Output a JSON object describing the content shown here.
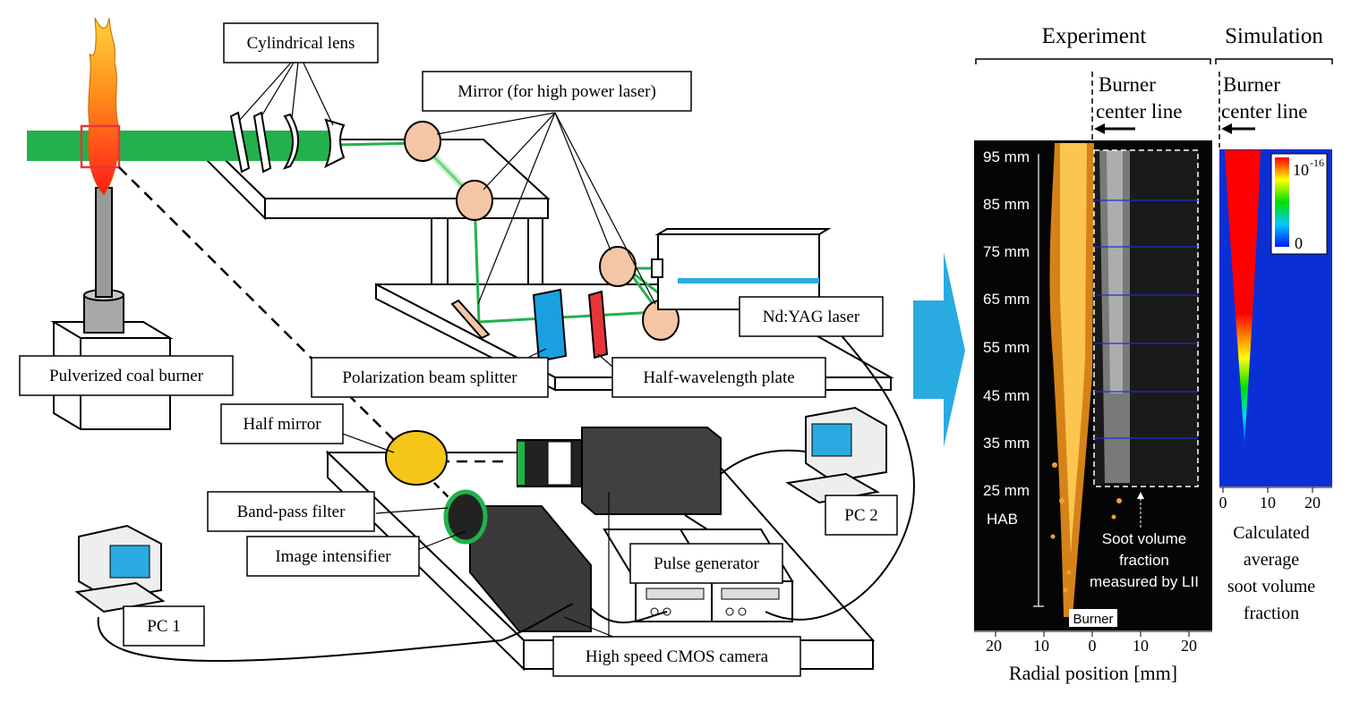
{
  "setup_labels": {
    "cylindrical_lens": "Cylindrical lens",
    "mirror": "Mirror (for high power laser)",
    "burner": "Pulverized coal burner",
    "pbs": "Polarization beam splitter",
    "half_wave": "Half-wavelength plate",
    "laser": "Nd:YAG laser",
    "half_mirror": "Half mirror",
    "bandpass": "Band-pass filter",
    "intensifier": "Image intensifier",
    "pulse_gen": "Pulse generator",
    "pc1": "PC 1",
    "pc2": "PC 2",
    "camera": "High speed CMOS camera"
  },
  "results": {
    "experiment_header": "Experiment",
    "simulation_header": "Simulation",
    "centerline_line1": "Burner",
    "centerline_line2": "center line",
    "hab_ticks": [
      "95 mm",
      "85 mm",
      "75 mm",
      "65 mm",
      "55 mm",
      "45 mm",
      "35 mm",
      "25 mm"
    ],
    "hab_label": "HAB",
    "burner_tag": "Burner",
    "lii_note": [
      "Soot volume",
      "fraction",
      "measured by LII"
    ],
    "colorbar_max_base": "10",
    "colorbar_max_exp": "-16",
    "colorbar_min": "0",
    "exp_x_ticks": [
      "20",
      "10",
      "0",
      "10",
      "20"
    ],
    "sim_x_ticks": [
      "0",
      "10",
      "20"
    ],
    "x_axis_title": "Radial position [mm]",
    "calc_note": [
      "Calculated",
      "average",
      "soot volume",
      "fraction"
    ]
  },
  "colors": {
    "laser_green": "#22b14c",
    "pbs_blue": "#1aa0e0",
    "half_wave_red": "#e8353a",
    "arrow_blue": "#29abe2",
    "simulation_bg": "#0a2fd6"
  }
}
